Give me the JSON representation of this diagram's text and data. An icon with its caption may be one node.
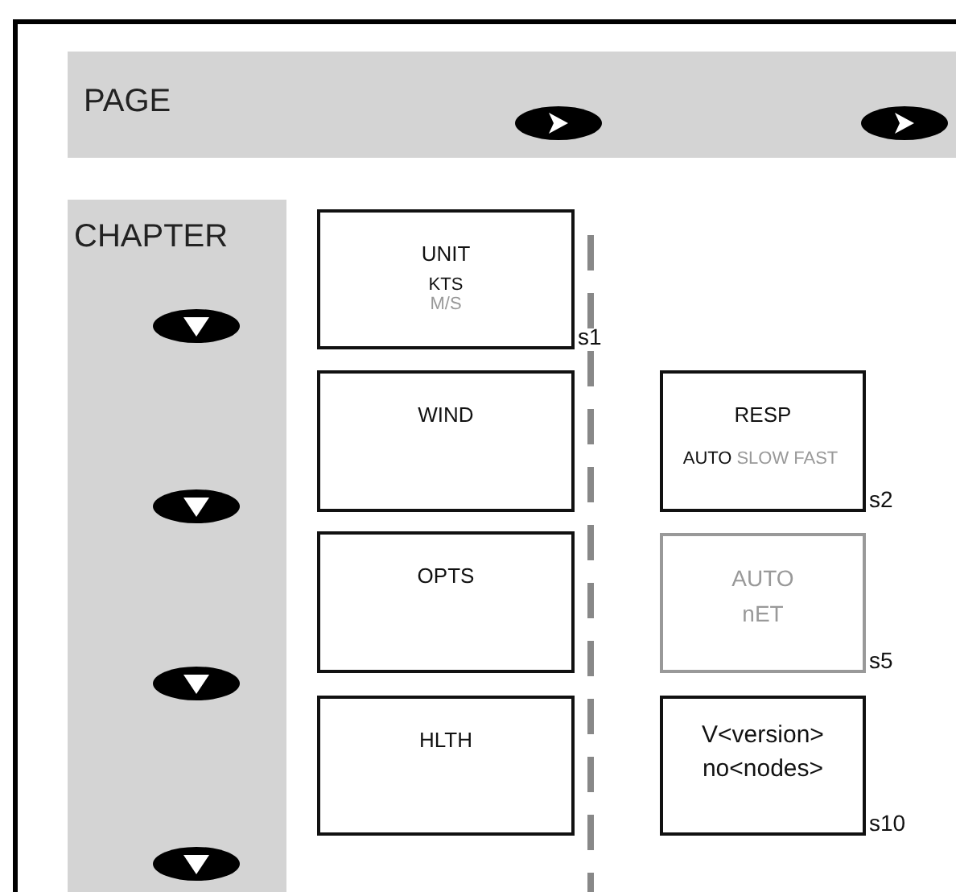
{
  "diagram": {
    "nodes": [
      {
        "text": [
          "PAGE"
        ]
      },
      {
        "text": [
          "CHAPTER"
        ]
      },
      {
        "text": [
          "UNIT",
          "KTS",
          "M/S"
        ],
        "beside": [
          "s1"
        ]
      },
      {
        "text": [
          "WIND"
        ]
      },
      {
        "text": [
          "OPTS"
        ]
      },
      {
        "text": [
          "HLTH"
        ]
      },
      {
        "text": [
          "RESP",
          "AUTO",
          "SLOW",
          "FAST"
        ],
        "beside": [
          "s2"
        ]
      },
      {
        "text": [
          "AUTO",
          "nET"
        ],
        "beside": [
          "s5"
        ]
      },
      {
        "text": [
          "V<version>",
          "no<nodes>"
        ],
        "beside": [
          "s10"
        ]
      }
    ],
    "edges": []
  }
}
